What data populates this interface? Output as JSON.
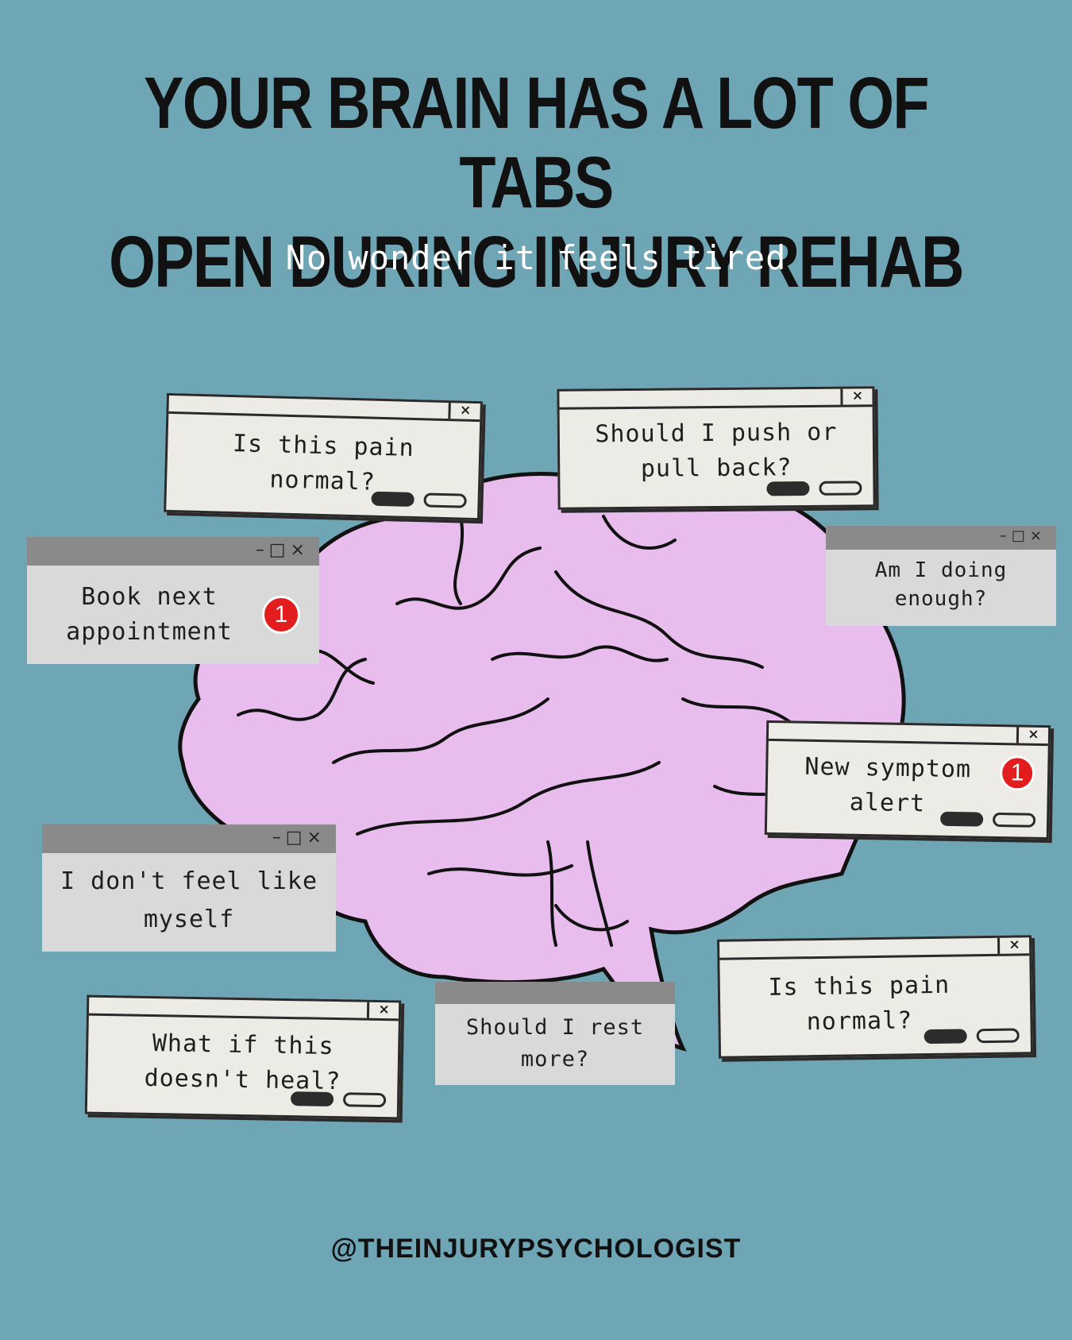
{
  "header": {
    "title_line1": "YOUR BRAIN HAS A LOT OF TABS",
    "title_line2": "OPEN DURING INJURY REHAB",
    "subtitle": "No wonder it feels tired"
  },
  "popups": [
    {
      "style": "sketch",
      "line1": "Is this pain",
      "line2": "normal?",
      "close": "×"
    },
    {
      "style": "sketch",
      "line1": "Should I push or",
      "line2": "pull back?",
      "close": "×"
    },
    {
      "style": "flat",
      "line1": "Book next",
      "line2": "appointment",
      "controls": "–□×",
      "badge": "1"
    },
    {
      "style": "flat",
      "line1": "Am I doing",
      "line2": "enough?",
      "controls": "–□×"
    },
    {
      "style": "sketch",
      "line1": "New symptom",
      "line2": "alert",
      "close": "×",
      "badge": "1"
    },
    {
      "style": "flat",
      "line1": "I don't feel like",
      "line2": "myself",
      "controls": "–□×"
    },
    {
      "style": "sketch",
      "line1": "What if this",
      "line2": "doesn't heal?",
      "close": "×"
    },
    {
      "style": "flat",
      "line1": "Should I rest",
      "line2": "more?"
    },
    {
      "style": "sketch",
      "line1": "Is this pain",
      "line2": "normal?",
      "close": "×"
    }
  ],
  "footer": {
    "handle": "@THEINJURYPSYCHOLOGIST"
  },
  "colors": {
    "background": "#6fa6b5",
    "brain": "#e8bcec",
    "badge": "#e31d1d"
  }
}
